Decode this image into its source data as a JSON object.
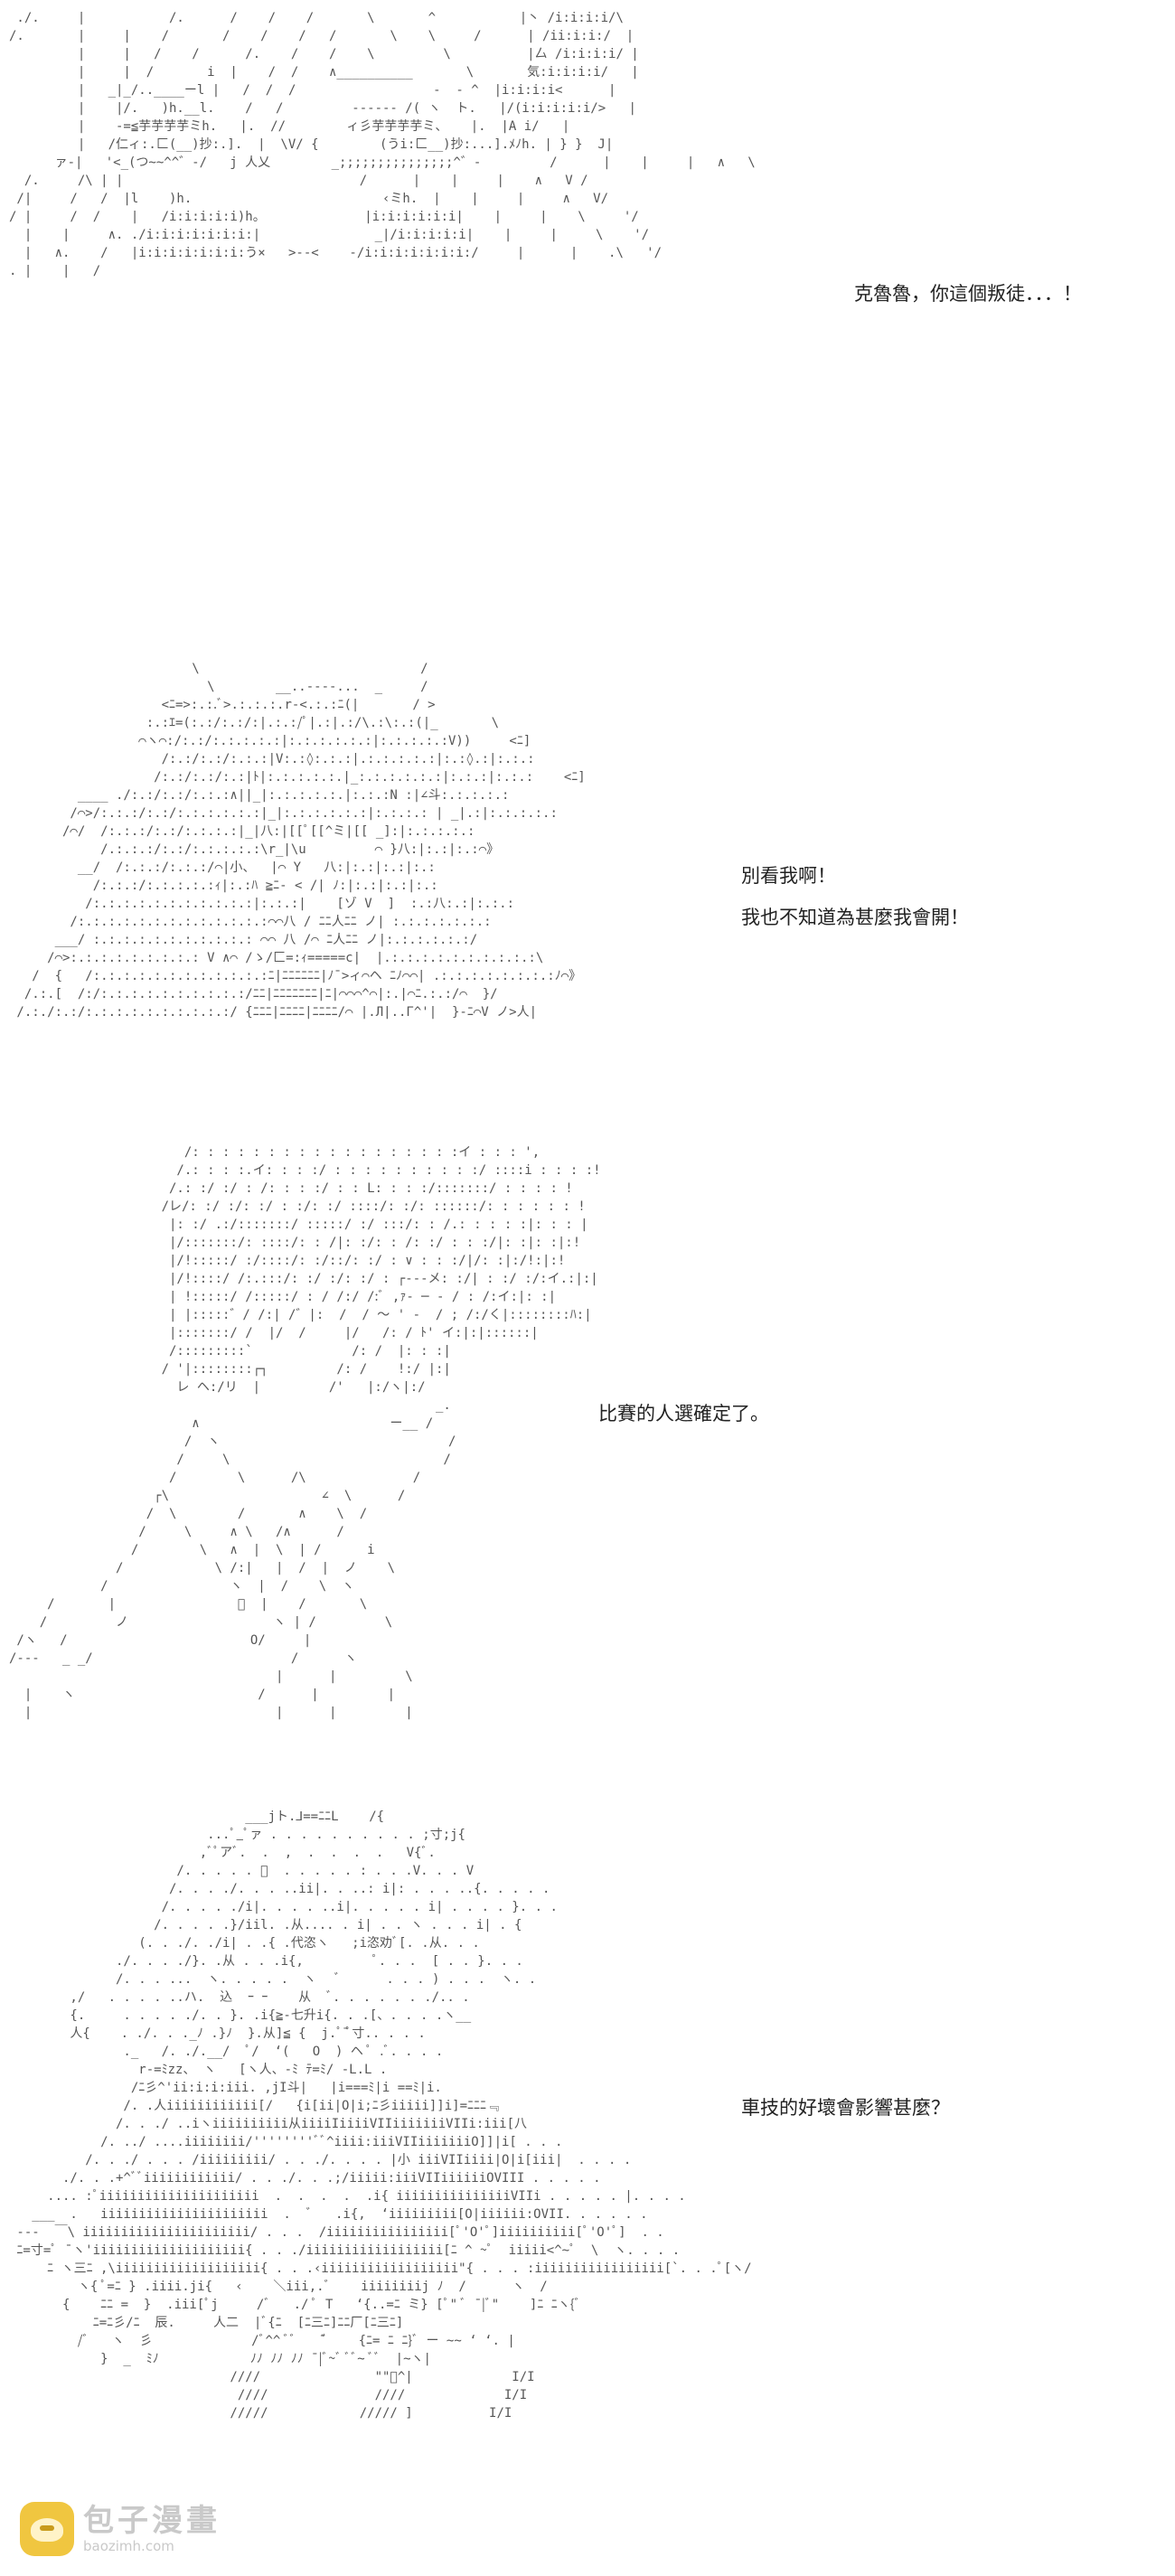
{
  "panels": [
    {
      "caption_lines": [
        "克魯魯，你這個叛徒．．．！"
      ]
    },
    {
      "caption_lines": [
        "別看我啊！",
        "我也不知道為甚麼我會開！"
      ]
    },
    {
      "caption_lines": [
        "比賽的人選確定了。"
      ]
    },
    {
      "caption_lines": [
        "車技的好壞會影響甚麼？"
      ]
    }
  ],
  "watermark": {
    "title": "包子漫畫",
    "url": "baozimh.com",
    "icon": "bun-logo-icon"
  }
}
